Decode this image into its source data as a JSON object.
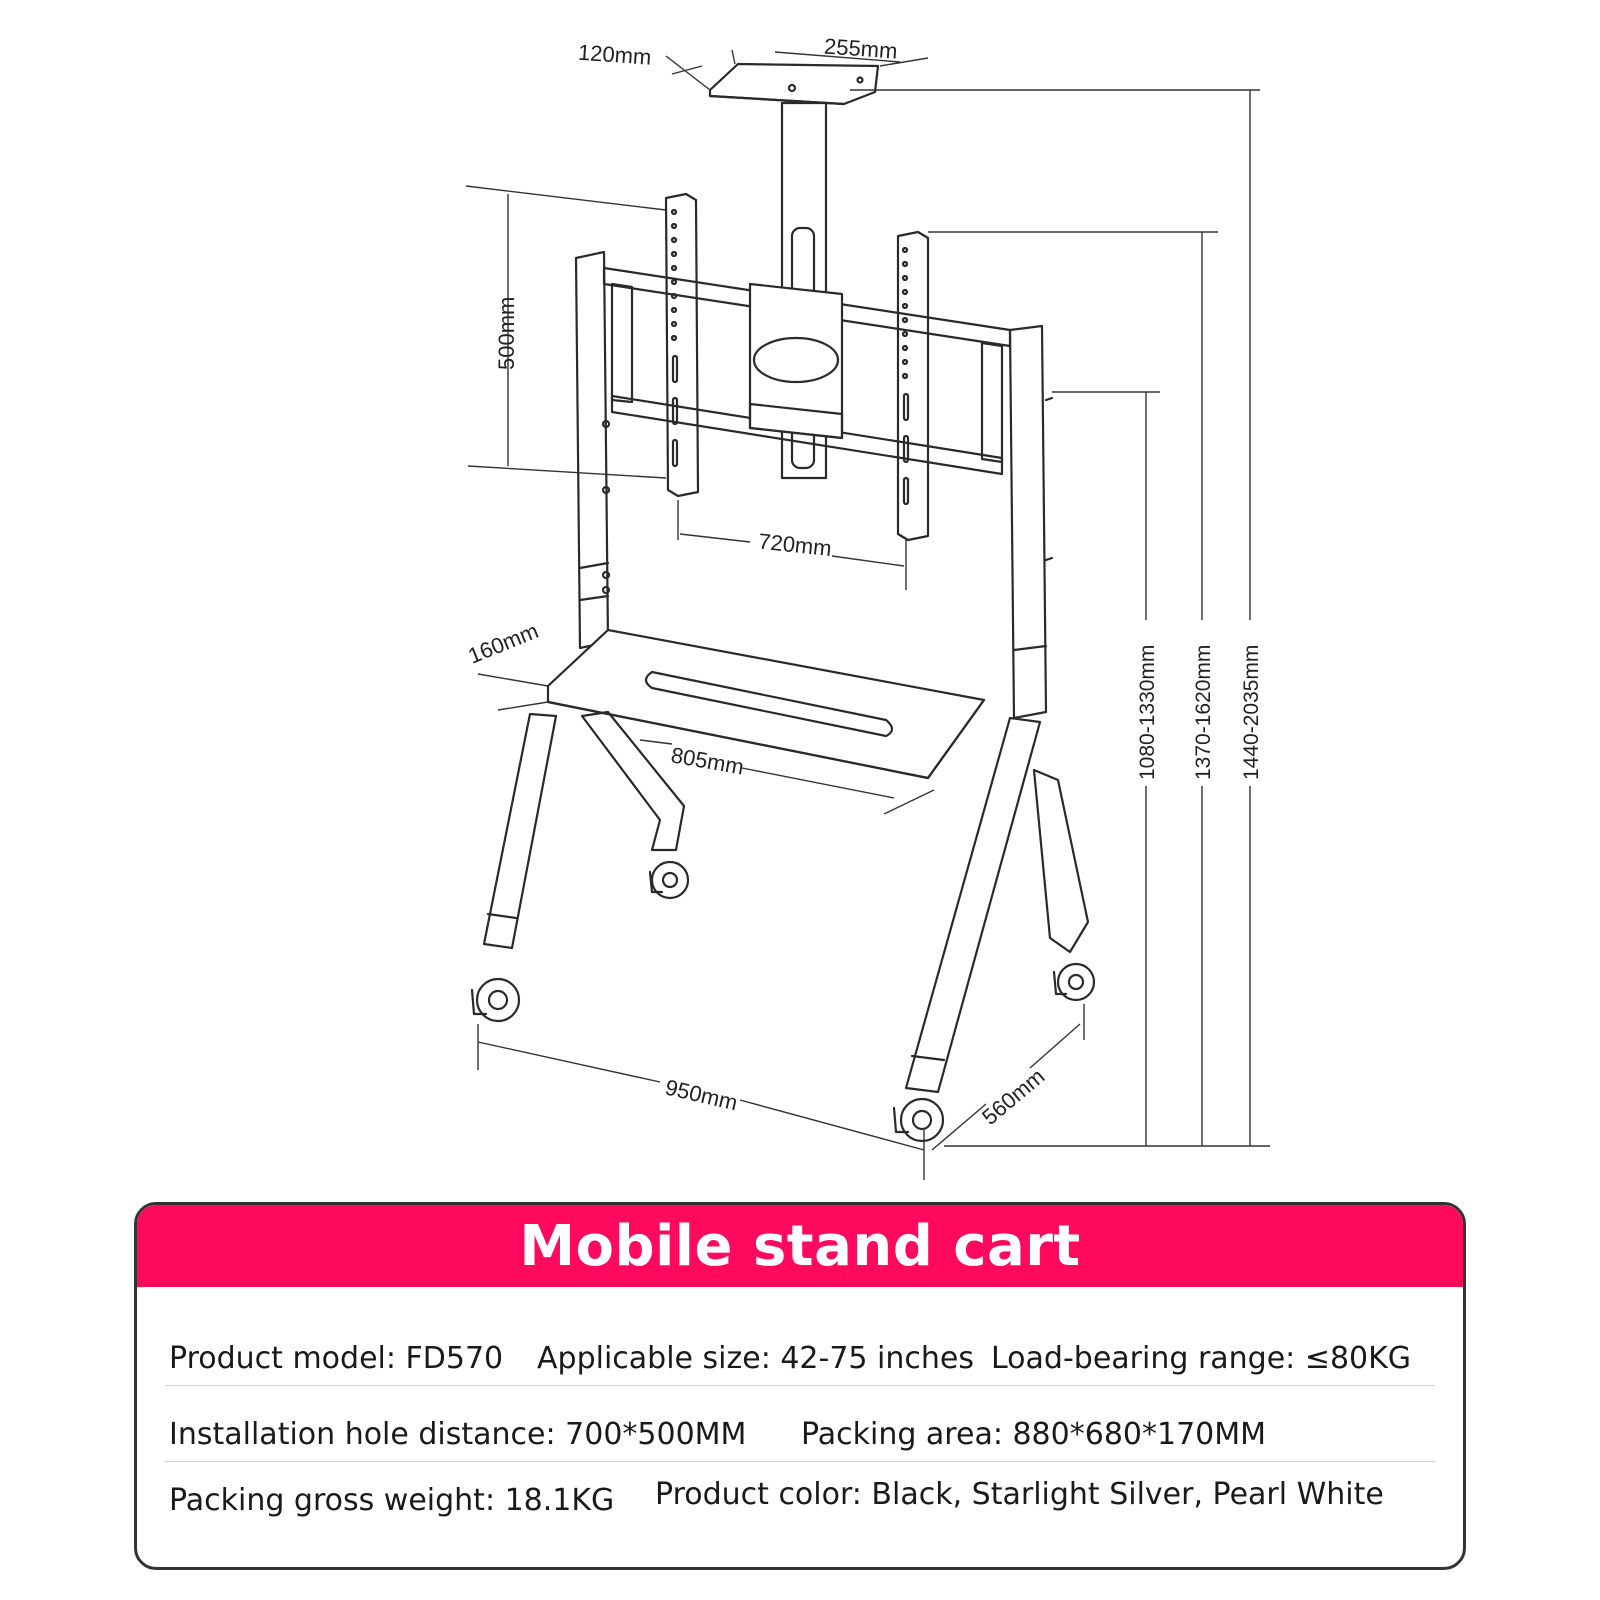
{
  "dimensions": {
    "top_plate_depth": "120mm",
    "top_plate_width": "255mm",
    "bracket_height": "500mm",
    "bracket_width": "720mm",
    "shelf_depth": "160mm",
    "shelf_width": "805mm",
    "base_width": "950mm",
    "base_depth": "560mm",
    "height_range_1": "1080-1330mm",
    "height_range_2": "1370-1620mm",
    "height_range_3": "1440-2035mm"
  },
  "info": {
    "title": "Mobile stand cart",
    "row1": {
      "model": "Product model: FD570",
      "size": "Applicable size: 42-75 inches",
      "load": "Load-bearing range: ≤80KG"
    },
    "row2": {
      "hole": "Installation hole distance: 700*500MM",
      "packing": "Packing area: 880*680*170MM"
    },
    "row3": {
      "weight": "Packing gross weight: 18.1KG",
      "color": "Product color: Black, Starlight Silver, Pearl White"
    }
  },
  "colors": {
    "header": "#ff0a5c",
    "line": "#333333"
  }
}
